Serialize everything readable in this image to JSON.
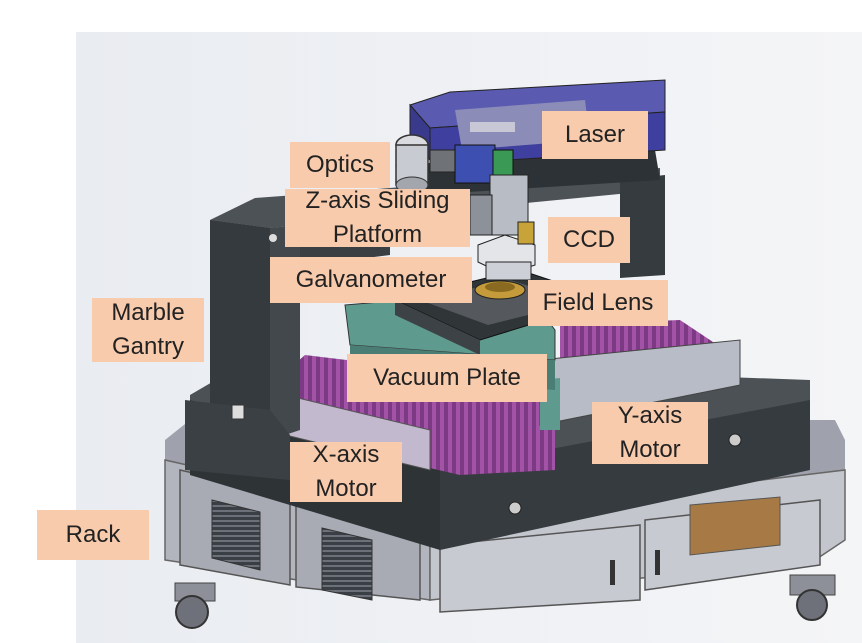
{
  "labels": {
    "laser": "Laser",
    "optics": "Optics",
    "z_axis_1": "Z-axis Sliding",
    "z_axis_2": "Platform",
    "ccd": "CCD",
    "galvanometer": "Galvanometer",
    "field_lens": "Field Lens",
    "marble_gantry_1": "Marble",
    "marble_gantry_2": "Gantry",
    "vacuum_plate": "Vacuum Plate",
    "y_axis_1": "Y-axis",
    "y_axis_2": "Motor",
    "x_axis_1": "X-axis",
    "x_axis_2": "Motor",
    "rack": "Rack"
  },
  "colors": {
    "callout": "#f8cbad",
    "laser_housing": "#3f3fa0",
    "gantry": "#3d4346",
    "rack": "#a9abb5",
    "bellows": "#8a3f8c",
    "linear_stage": "#5f9a8f",
    "brass_plate": "#9a7442"
  }
}
